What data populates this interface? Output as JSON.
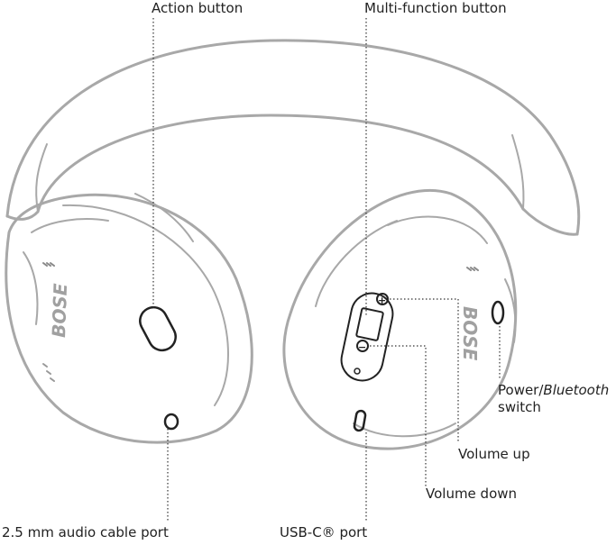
{
  "diagram": {
    "brand_text": "BOSE",
    "vol_plus": "+",
    "vol_minus": "−",
    "labels": {
      "action_button": "Action button",
      "multi_function_button": "Multi-function button",
      "power_switch_prefix": "Power/",
      "power_switch_bluetooth": "Bluetooth",
      "power_switch_suffix": "switch",
      "volume_up": "Volume up",
      "volume_down": "Volume down",
      "audio_port": "2.5 mm audio cable port",
      "usb_port": "USB-C® port"
    }
  }
}
